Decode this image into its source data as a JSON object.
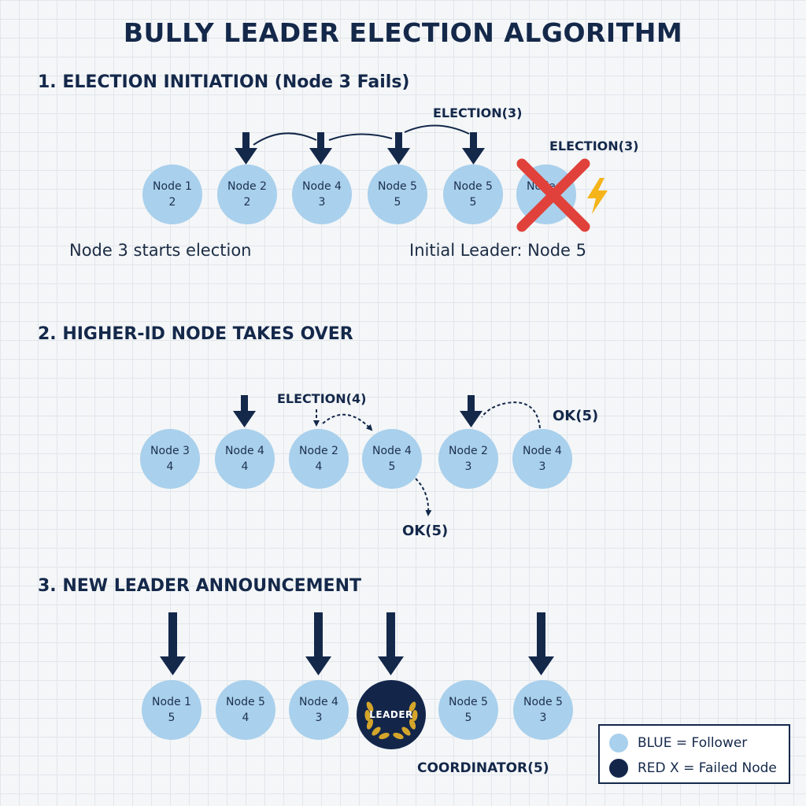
{
  "title": "BULLY LEADER ELECTION ALGORITHM",
  "sections": [
    {
      "heading": "1. ELECTION INITIATION (Node 3 Fails)",
      "nodes": [
        {
          "name": "Node 1",
          "id": "2"
        },
        {
          "name": "Node 2",
          "id": "2"
        },
        {
          "name": "Node 4",
          "id": "3"
        },
        {
          "name": "Node 5",
          "id": "5"
        },
        {
          "name": "Node 5",
          "id": "5"
        },
        {
          "name": "Node 5",
          "id": "3",
          "failed": true
        }
      ],
      "messages": [
        "ELECTION(3)",
        "ELECTION(3)"
      ],
      "captions": [
        "Node 3 starts election",
        "Initial Leader: Node 5"
      ]
    },
    {
      "heading": "2. HIGHER-ID NODE TAKES OVER",
      "nodes": [
        {
          "name": "Node 3",
          "id": "4"
        },
        {
          "name": "Node 4",
          "id": "4"
        },
        {
          "name": "Node 2",
          "id": "4"
        },
        {
          "name": "Node 4",
          "id": "5"
        },
        {
          "name": "Node 2",
          "id": "3"
        },
        {
          "name": "Node 4",
          "id": "3"
        }
      ],
      "messages": [
        "ELECTION(4)",
        "OK(5)",
        "OK(5)"
      ]
    },
    {
      "heading": "3. NEW LEADER ANNOUNCEMENT",
      "nodes": [
        {
          "name": "Node 1",
          "id": "5"
        },
        {
          "name": "Node 5",
          "id": "4"
        },
        {
          "name": "Node 4",
          "id": "3"
        },
        {
          "name": "LEADER",
          "leader": true
        },
        {
          "name": "Node 5",
          "id": "5"
        },
        {
          "name": "Node 5",
          "id": "3"
        }
      ],
      "messages": [
        "COORDINATOR(5)"
      ]
    }
  ],
  "legend": [
    {
      "label": "BLUE = Follower",
      "color": "#a9d0ec"
    },
    {
      "label": "RED X = Failed Node",
      "color": "#13264a"
    }
  ],
  "colors": {
    "follower": "#a9d0ec",
    "leader": "#13264a",
    "arrow": "#14284a",
    "failed_x": "#e0413a",
    "bolt": "#f4b41a",
    "laurel": "#d4a52a"
  },
  "icons": [
    "down-arrow-icon",
    "failed-x-icon",
    "lightning-bolt-icon",
    "laurel-wreath-icon"
  ]
}
